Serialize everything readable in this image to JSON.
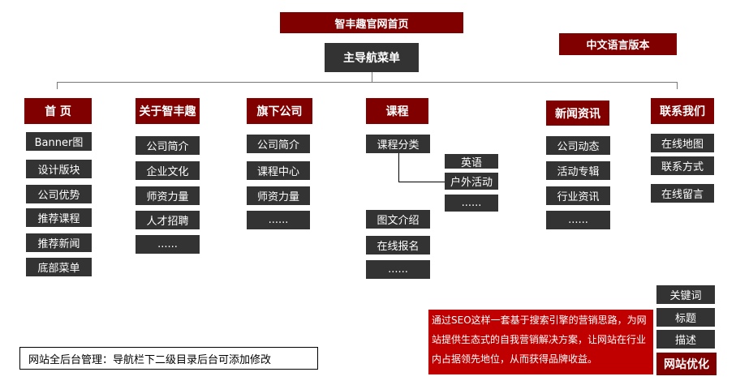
{
  "title": "智丰趣官网首页",
  "language": "中文语言版本",
  "main_nav": "主导航菜单",
  "columns": [
    {
      "header": "首 页",
      "items": [
        "Banner图",
        "设计版块",
        "公司优势",
        "推荐课程",
        "推荐新闻",
        "底部菜单"
      ]
    },
    {
      "header": "关于智丰趣",
      "items": [
        "公司简介",
        "企业文化",
        "师资力量",
        "人才招聘",
        "......"
      ]
    },
    {
      "header": "旗下公司",
      "items": [
        "公司简介",
        "课程中心",
        "师资力量",
        "......"
      ]
    },
    {
      "header": "课程",
      "items": [
        "课程分类",
        "图文介绍",
        "在线报名",
        "......"
      ],
      "sub_items": [
        "英语",
        "户外活动",
        "......"
      ]
    },
    {
      "header": "新闻资讯",
      "items": [
        "公司动态",
        "活动专辑",
        "行业资讯",
        "......"
      ]
    },
    {
      "header": "联系我们",
      "items": [
        "在线地图",
        "联系方式",
        "在线留言"
      ]
    }
  ],
  "seo": {
    "items": [
      "关键词",
      "标题",
      "描述"
    ],
    "label": "网站优化",
    "description": "通过SEO这样一套基于搜索引擎的营销思路，为网站提供生态式的自我营销解决方案，让网站在行业内占据领先地位，从而获得品牌收益。"
  },
  "note": "网站全后台管理：导航栏下二级目录后台可添加修改"
}
